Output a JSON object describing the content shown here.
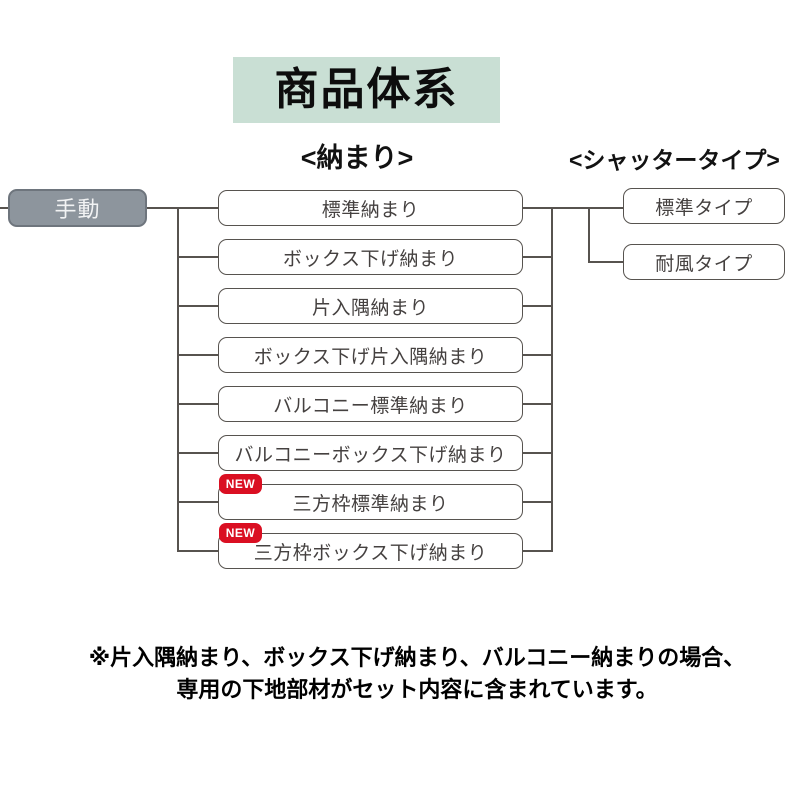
{
  "title": "商品体系",
  "headers": {
    "osamari": "<納まり>",
    "shutter_type": "<シャッタータイプ>"
  },
  "root": {
    "label": "手動"
  },
  "new_badge_label": "NEW",
  "osamari_items": [
    {
      "label": "標準納まり",
      "new": false
    },
    {
      "label": "ボックス下げ納まり",
      "new": false
    },
    {
      "label": "片入隅納まり",
      "new": false
    },
    {
      "label": "ボックス下げ片入隅納まり",
      "new": false
    },
    {
      "label": "バルコニー標準納まり",
      "new": false
    },
    {
      "label": "バルコニーボックス下げ納まり",
      "new": false
    },
    {
      "label": "三方枠標準納まり",
      "new": true
    },
    {
      "label": "三方枠ボックス下げ納まり",
      "new": true
    }
  ],
  "shutter_types": [
    {
      "label": "標準タイプ"
    },
    {
      "label": "耐風タイプ"
    }
  ],
  "note": {
    "line1": "※片入隅納まり、ボックス下げ納まり、バルコニー納まりの場合、",
    "line2": "専用の下地部材がセット内容に含まれています。"
  },
  "colors": {
    "title_bg": "#c9dfd4",
    "root_fill": "#8d959d",
    "root_border": "#6e757d",
    "node_border": "#57534f",
    "connector": "#57534f",
    "new_badge": "#da0f22",
    "new_badge_text": "#ffffff"
  }
}
